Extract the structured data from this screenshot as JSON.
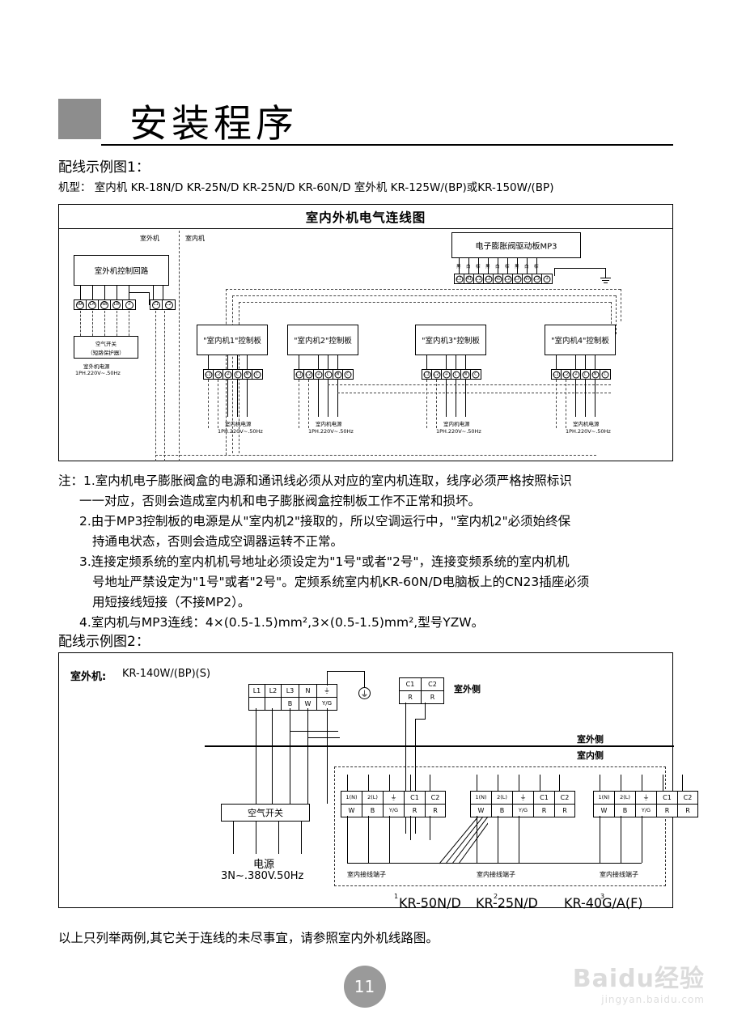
{
  "header": {
    "title": "安装程序"
  },
  "section1": {
    "label": "配线示例图1：",
    "model_line": "机型：  室内机 KR-18N/D  KR-25N/D  KR-25N/D  KR-60N/D  室外机 KR-125W/(BP)或KR-150W/(BP)"
  },
  "fig1": {
    "title": "室内外机电气连线图",
    "side_outdoor": "室外机",
    "side_indoor": "室内机",
    "outdoor_ctrl_box": "室外机控制回路",
    "outdoor_terminals": [
      "NA",
      "LA",
      "NB",
      "LB",
      "⏚"
    ],
    "comm_terminals": [
      "C1",
      "C2"
    ],
    "air_switch_line1": "空气开关",
    "air_switch_line2": "（短路保护器）",
    "outdoor_power_line1": "室外机电源",
    "outdoor_power_line2": "1PH.220V~.50Hz",
    "mp3_board": "电子膨胀阀驱动板MP3",
    "mp3_wire_labels": [
      "黑",
      "白",
      "棕",
      "黑",
      "白",
      "棕",
      "黑",
      "白",
      "棕"
    ],
    "mp3_terminals": [
      "L1",
      "N1",
      "C1",
      "L2",
      "N2",
      "C2",
      "L3",
      "N3",
      "C3",
      "⏚"
    ],
    "indoor_boards": [
      "\"室内机1\"控制板",
      "\"室内机2\"控制板",
      "\"室内机3\"控制板",
      "\"室内机4\"控制板"
    ],
    "indoor_terminals": [
      "C1",
      "C2",
      "⏚",
      "L",
      "N",
      "C"
    ],
    "indoor_power_line1": "室内机电源",
    "indoor_power_line2": "1PH.220V~.50Hz"
  },
  "notes": {
    "prefix": "注：",
    "items": [
      [
        "1.室内机电子膨胀阀盒的电源和通讯线必须从对应的室内机连取，线序必须严格按照标识",
        "一一对应，否则会造成室内机和电子膨胀阀盒控制板工作不正常和损坏。"
      ],
      [
        "2.由于MP3控制板的电源是从\"室内机2\"接取的，所以空调运行中，\"室内机2\"必须始终保",
        "持通电状态，否则会造成空调器运转不正常。"
      ],
      [
        "3.连接定频系统的室内机机号地址必须设定为\"1号\"或者\"2号\"，连接变频系统的室内机机",
        "号地址严禁设定为\"1号\"或者\"2号\"。定频系统室内机KR-60N/D电脑板上的CN23插座必须",
        "用短接线短接（不接MP2）。"
      ],
      [
        "4.室内机与MP3连线：4×(0.5-1.5)mm²,3×(0.5-1.5)mm²,型号YZW。"
      ]
    ]
  },
  "section2": {
    "label": "配线示例图2："
  },
  "fig2": {
    "outdoor_label": "室外机:",
    "outdoor_model": "KR-140W/(BP)(S)",
    "main_terminals_top": [
      "L1",
      "L2",
      "L3",
      "N",
      "⏚"
    ],
    "main_terminals_bottom": [
      "",
      "",
      "B",
      "W",
      "Y/G"
    ],
    "comm_top": [
      "C1",
      "C2"
    ],
    "comm_bottom": [
      "R",
      "R"
    ],
    "side_outdoor_1": "室外侧",
    "side_outdoor_2": "室外侧",
    "side_indoor": "室内侧",
    "air_switch": "空气开关",
    "power_line1": "电源",
    "power_line2": "3N~.380V.50Hz",
    "indoor_terminals_top": [
      "1(N)",
      "2(L)",
      "⏚",
      "C1",
      "C2"
    ],
    "indoor_terminals_bottom": [
      "W",
      "B",
      "Y/G",
      "R",
      "R"
    ],
    "indoor_block_caption": "室内接线端子",
    "indoor_models": [
      "KR-50N/D",
      "KR-25N/D",
      "KR-40G/A(F)"
    ],
    "indoor_model_sup": [
      "1",
      "2",
      "3"
    ]
  },
  "footnote": "以上只列举两例,其它关于连线的未尽事宜，请参照室内外机线路图。",
  "page_number": "11",
  "watermark": {
    "main": "Baidu经验",
    "sub": "jingyan.baidu.com"
  }
}
